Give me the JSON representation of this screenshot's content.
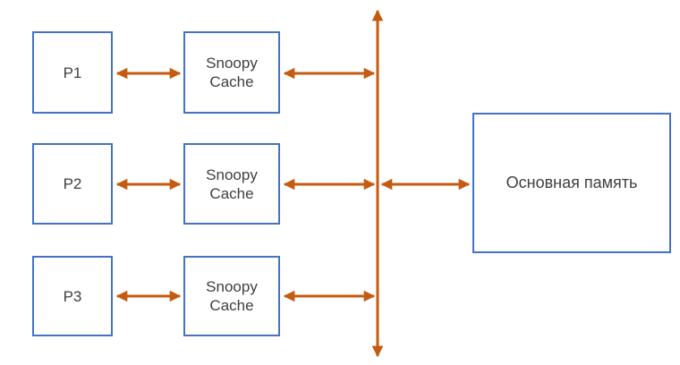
{
  "colors": {
    "box_border": "#4472C4",
    "box_fill": "#FFFFFF",
    "arrow": "#C55A11",
    "text": "#3F3F3F",
    "background": "#FFFFFF"
  },
  "nodes": {
    "p1": {
      "label": "P1"
    },
    "p2": {
      "label": "P2"
    },
    "p3": {
      "label": "P3"
    },
    "cache1": {
      "label": "Snoopy Cache"
    },
    "cache2": {
      "label": "Snoopy Cache"
    },
    "cache3": {
      "label": "Snoopy Cache"
    },
    "memory": {
      "label": "Основная память"
    }
  }
}
